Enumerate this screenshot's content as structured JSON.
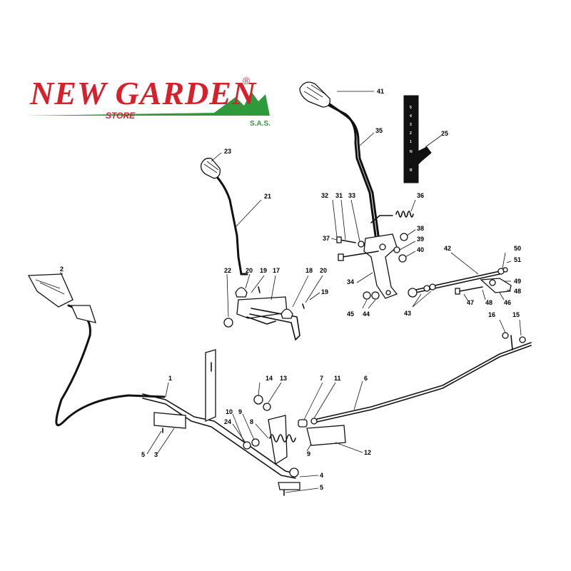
{
  "logo": {
    "brand": "NEW GARDEN",
    "registered": "®",
    "store": "STORE",
    "sas": "S.A.S.",
    "colors": {
      "red": "#d6202b",
      "green": "#2e9a3b"
    }
  },
  "gate_marks": [
    "5",
    "4",
    "3",
    "2",
    "1",
    "N",
    "R"
  ],
  "callouts": [
    {
      "id": "41",
      "text": "41"
    },
    {
      "id": "35",
      "text": "35"
    },
    {
      "id": "25",
      "text": "25"
    },
    {
      "id": "23",
      "text": "23"
    },
    {
      "id": "21",
      "text": "21"
    },
    {
      "id": "36",
      "text": "36"
    },
    {
      "id": "32",
      "text": "32"
    },
    {
      "id": "31",
      "text": "31"
    },
    {
      "id": "33",
      "text": "33"
    },
    {
      "id": "38",
      "text": "38"
    },
    {
      "id": "37",
      "text": "37"
    },
    {
      "id": "39",
      "text": "39"
    },
    {
      "id": "40",
      "text": "40"
    },
    {
      "id": "42",
      "text": "42"
    },
    {
      "id": "50",
      "text": "50"
    },
    {
      "id": "51",
      "text": "51"
    },
    {
      "id": "49",
      "text": "49"
    },
    {
      "id": "48a",
      "text": "48"
    },
    {
      "id": "47",
      "text": "47"
    },
    {
      "id": "48b",
      "text": "48"
    },
    {
      "id": "46",
      "text": "46"
    },
    {
      "id": "34",
      "text": "34"
    },
    {
      "id": "45",
      "text": "45"
    },
    {
      "id": "44",
      "text": "44"
    },
    {
      "id": "43",
      "text": "43"
    },
    {
      "id": "22",
      "text": "22"
    },
    {
      "id": "20a",
      "text": "20"
    },
    {
      "id": "19a",
      "text": "19"
    },
    {
      "id": "17",
      "text": "17"
    },
    {
      "id": "18",
      "text": "18"
    },
    {
      "id": "20b",
      "text": "20"
    },
    {
      "id": "19b",
      "text": "19"
    },
    {
      "id": "16",
      "text": "16"
    },
    {
      "id": "15",
      "text": "15"
    },
    {
      "id": "2",
      "text": "2"
    },
    {
      "id": "1",
      "text": "1"
    },
    {
      "id": "14",
      "text": "14"
    },
    {
      "id": "13",
      "text": "13"
    },
    {
      "id": "7",
      "text": "7"
    },
    {
      "id": "11",
      "text": "11"
    },
    {
      "id": "6",
      "text": "6"
    },
    {
      "id": "10",
      "text": "10"
    },
    {
      "id": "9a",
      "text": "9"
    },
    {
      "id": "8",
      "text": "8"
    },
    {
      "id": "24",
      "text": "24"
    },
    {
      "id": "9b",
      "text": "9"
    },
    {
      "id": "12",
      "text": "12"
    },
    {
      "id": "5a",
      "text": "5"
    },
    {
      "id": "3",
      "text": "3"
    },
    {
      "id": "4",
      "text": "4"
    },
    {
      "id": "5b",
      "text": "5"
    }
  ]
}
